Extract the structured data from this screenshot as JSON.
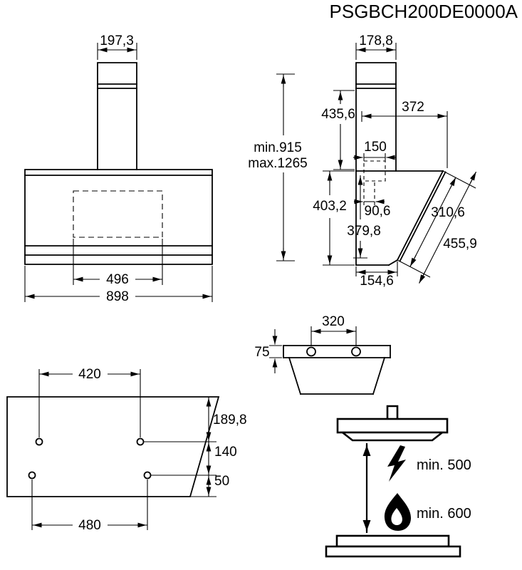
{
  "title": "PSGBCH200DE0000A",
  "front_view": {
    "chimney_width": "197,3",
    "cutout_width": "496",
    "total_width": "898"
  },
  "side_view": {
    "chimney_depth": "178,8",
    "chimney_height": "435,6",
    "top_depth": "372",
    "height_min": "min.915",
    "height_max": "max.1265",
    "outlet_width": "150",
    "body_height": "403,2",
    "outlet_offset": "90,6",
    "front_height": "379,8",
    "glass_upper_length": "310,6",
    "glass_length": "455,9",
    "bottom_depth": "154,6"
  },
  "bracket_view": {
    "hole_spacing": "320",
    "bracket_depth": "75"
  },
  "mounting_view": {
    "upper_hole_spacing": "420",
    "lower_hole_spacing": "480",
    "top_to_upper_holes": "189,8",
    "upper_to_lower_holes": "140",
    "lower_holes_to_bottom": "50"
  },
  "clearance_view": {
    "electric_icon": "lightning-bolt",
    "gas_icon": "flame",
    "electric_clearance": "min. 500",
    "gas_clearance": "min. 600"
  }
}
